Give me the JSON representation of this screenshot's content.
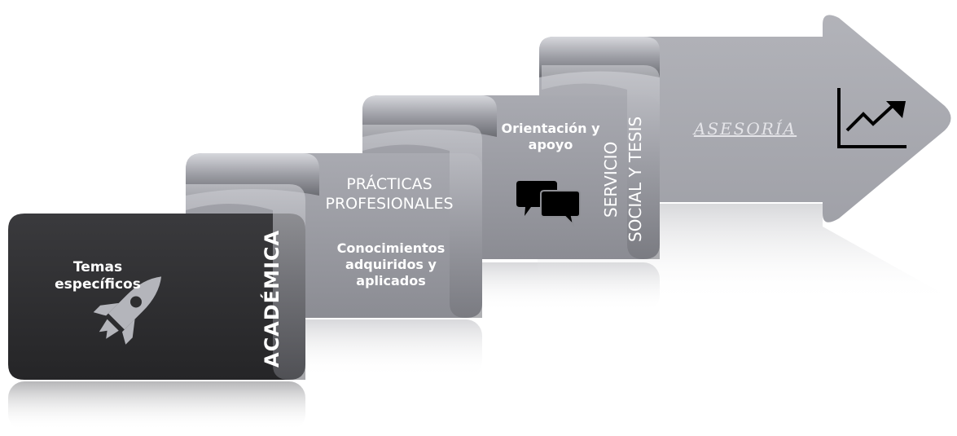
{
  "steps": {
    "academica": {
      "title": "ACADÉMICA",
      "text": "Temas específicos",
      "icon": "rocket-icon"
    },
    "practicas": {
      "title": "PRÁCTICAS PROFESIONALES",
      "text": "Conocimientos adquiridos y aplicados"
    },
    "servicio": {
      "title_line1": "SERVICIO",
      "title_line2": "SOCIAL Y TESIS",
      "text": "Orientación y apoyo",
      "icon": "chat-bubbles-icon"
    },
    "asesoria": {
      "title": "ASESORÍA",
      "icon": "chart-up-icon"
    }
  },
  "colors": {
    "dark": "#2c2c2e",
    "mid_gray": "#8f9096",
    "light_gray": "#a6a7ad",
    "arrow_gray": "#a8a9b0",
    "white": "#ffffff"
  }
}
